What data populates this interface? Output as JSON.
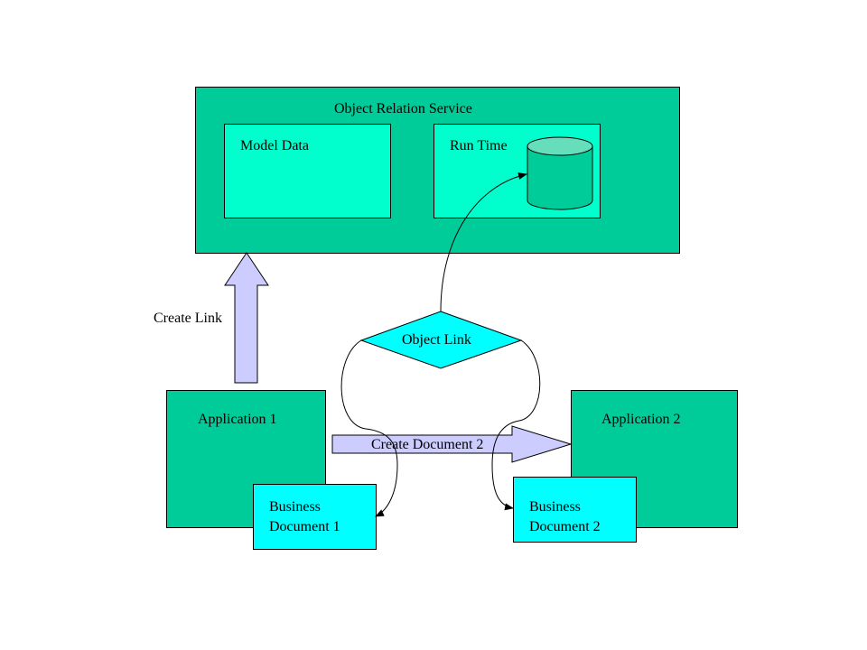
{
  "colors": {
    "service_green": "#00CC99",
    "inner_aqua": "#00FFCC",
    "document_cyan": "#00FFFF",
    "arrow_lavender": "#CCCCFF",
    "db_top": "#66DDBB"
  },
  "service": {
    "title": "Object Relation Service",
    "model_data": "Model Data",
    "run_time": "Run Time"
  },
  "object_link": "Object Link",
  "arrows": {
    "create_link": "Create Link",
    "create_document": "Create Document 2"
  },
  "applications": [
    {
      "label": "Application 1",
      "doc_line1": "Business",
      "doc_line2": "Document 1"
    },
    {
      "label": "Application 2",
      "doc_line1": "Business",
      "doc_line2": "Document 2"
    }
  ]
}
